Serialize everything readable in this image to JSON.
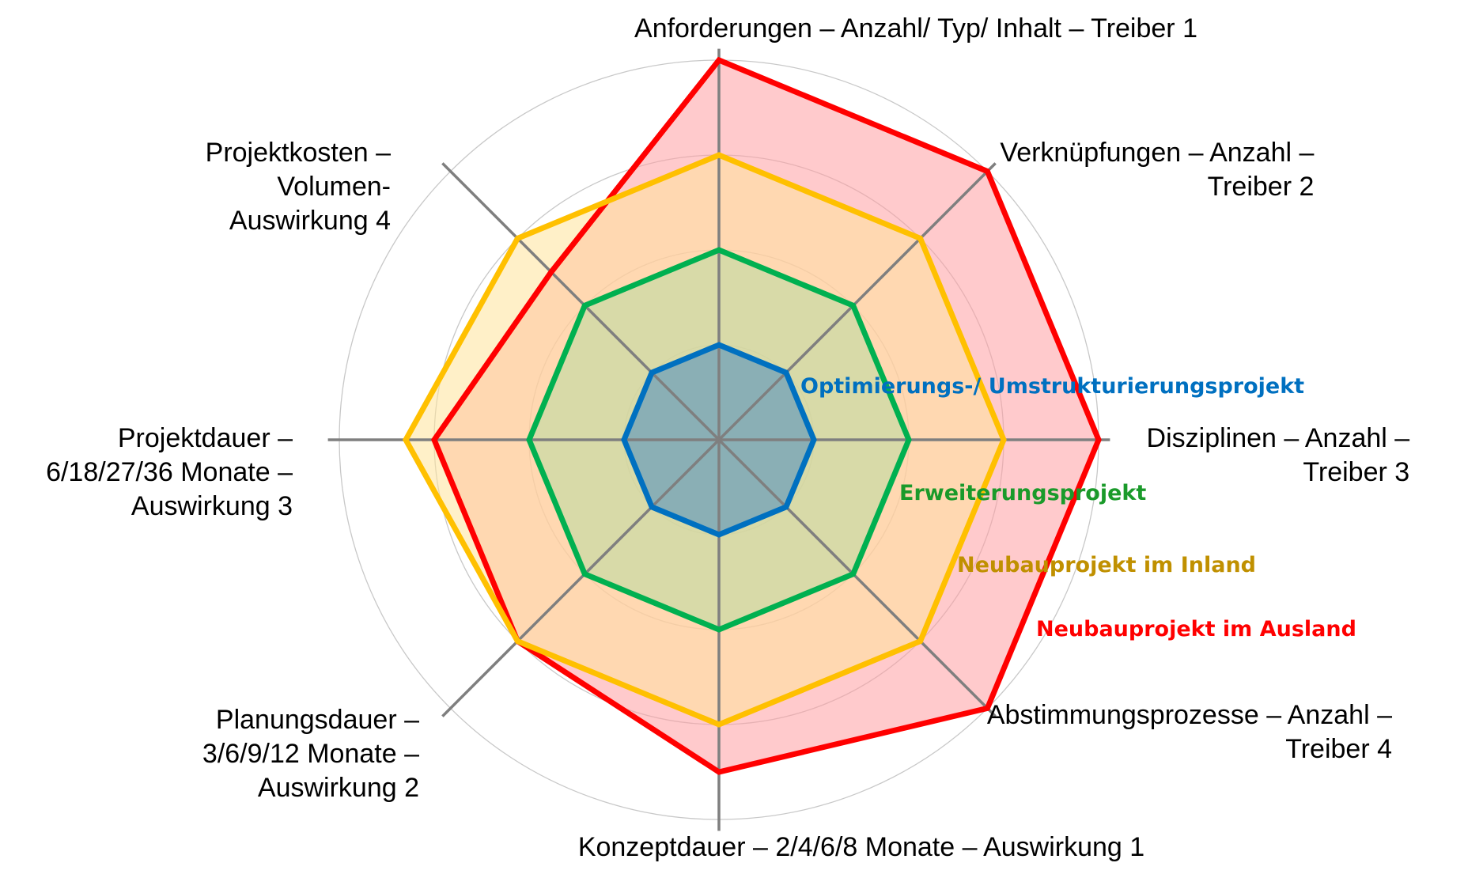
{
  "chart_data": {
    "type": "radar",
    "axes": [
      {
        "id": "anforderungen",
        "lines": [
          "Anforderungen – Anzahl/ Typ/ Inhalt – Treiber 1"
        ]
      },
      {
        "id": "verknuepfungen",
        "lines": [
          "Verknüpfungen – Anzahl –",
          "Treiber 2"
        ]
      },
      {
        "id": "disziplinen",
        "lines": [
          "Disziplinen – Anzahl –",
          "Treiber 3"
        ]
      },
      {
        "id": "abstimmungsprozesse",
        "lines": [
          "Abstimmungsprozesse – Anzahl –",
          "Treiber 4"
        ]
      },
      {
        "id": "konzeptdauer",
        "lines": [
          "Konzeptdauer – 2/4/6/8 Monate – Auswirkung 1"
        ]
      },
      {
        "id": "planungsdauer",
        "lines": [
          "Planungsdauer –",
          "3/6/9/12 Monate –",
          "Auswirkung 2"
        ]
      },
      {
        "id": "projektdauer",
        "lines": [
          "Projektdauer –",
          "6/18/27/36 Monate –",
          "Auswirkung 3"
        ]
      },
      {
        "id": "projektkosten",
        "lines": [
          "Projektkosten –",
          "Volumen-",
          "Auswirkung 4"
        ]
      }
    ],
    "range": [
      0,
      4
    ],
    "grid": true,
    "grid_levels": [
      1,
      2,
      3,
      4
    ],
    "series": [
      {
        "name": "Neubauprojekt im Ausland",
        "color": "#ff0000",
        "fill": "#ff9ea3",
        "values": [
          4,
          4,
          4,
          4,
          3.5,
          3,
          3,
          2.5
        ]
      },
      {
        "name": "Neubauprojekt im Inland",
        "color": "#ffc000",
        "label_color": "#c09000",
        "fill": "#ffe49a",
        "values": [
          3,
          3,
          3,
          3,
          3,
          3,
          3.3,
          3
        ]
      },
      {
        "name": "Erweiterungsprojekt",
        "color": "#00b050",
        "label_color": "#1a9a2a",
        "fill": "#b8dca0",
        "values": [
          2,
          2,
          2,
          2,
          2,
          2,
          2,
          2
        ]
      },
      {
        "name": "Optimierungs-/ Umstrukturierungsprojekt",
        "color": "#0070c0",
        "fill": "#4a8cc0",
        "values": [
          1,
          1,
          1,
          1,
          1,
          1,
          1,
          1
        ]
      }
    ]
  }
}
